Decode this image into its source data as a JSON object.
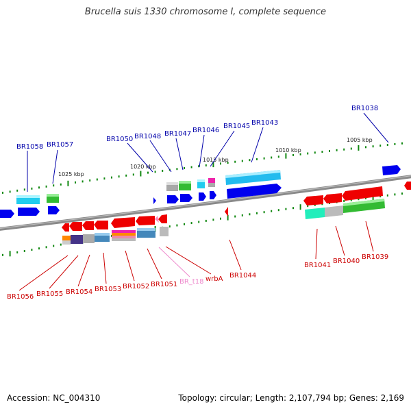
{
  "title": "Brucella suis 1330 chromosome I, complete sequence",
  "footer": {
    "accession": "Accession: NC_004310",
    "summary": "Topology: circular; Length: 2,107,794 bp; Genes: 2,169"
  },
  "scale_labels": [
    "1025 kbp",
    "1020 kbp",
    "1015 kbp",
    "1010 kbp",
    "1005 kbp"
  ],
  "colors": {
    "backbone": "#888888",
    "label_forward": "#0000aa",
    "label_reverse": "#cc0000",
    "label_rna": "#ee88cc",
    "forward_gene": "#0000ee",
    "reverse_gene": "#ee0000",
    "tick": "#118811"
  },
  "top_labels": [
    {
      "text": "BR1058"
    },
    {
      "text": "BR1057"
    },
    {
      "text": "BR1050"
    },
    {
      "text": "BR1048"
    },
    {
      "text": "BR1047"
    },
    {
      "text": "BR1046"
    },
    {
      "text": "BR1045"
    },
    {
      "text": "BR1043"
    },
    {
      "text": "BR1038"
    }
  ],
  "bottom_labels": [
    {
      "text": "BR1056"
    },
    {
      "text": "BR1055"
    },
    {
      "text": "BR1054"
    },
    {
      "text": "BR1053"
    },
    {
      "text": "BR1052"
    },
    {
      "text": "BR1051"
    },
    {
      "text": "BR_t18"
    },
    {
      "text": "wrbA"
    },
    {
      "text": "BR1044"
    },
    {
      "text": "BR1041"
    },
    {
      "text": "BR1040"
    },
    {
      "text": "BR1039"
    }
  ]
}
